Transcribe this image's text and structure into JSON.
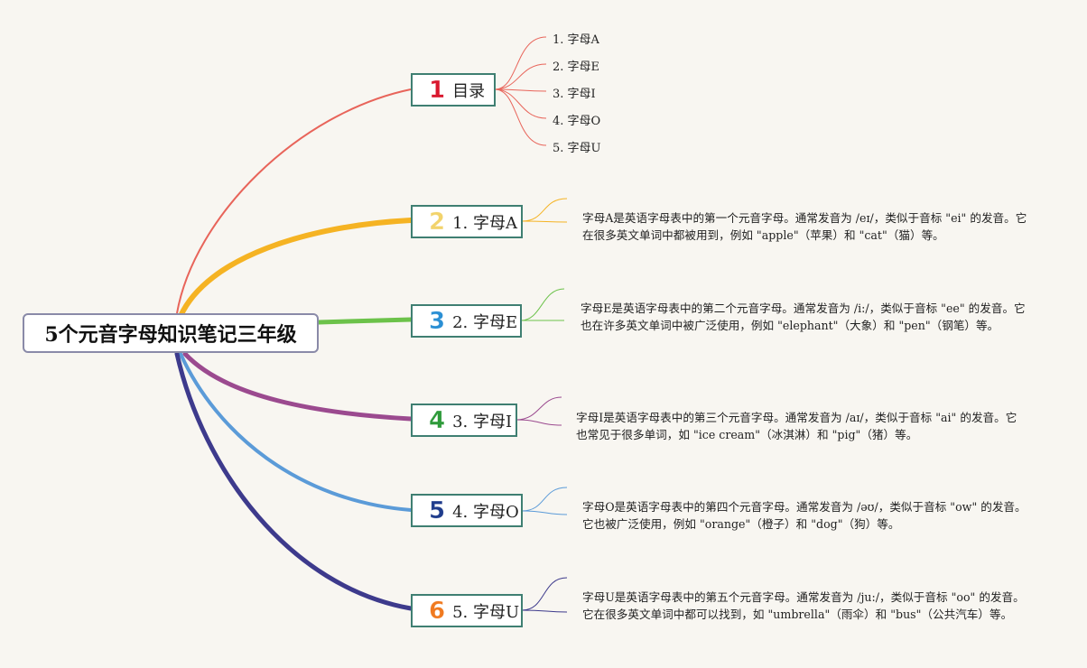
{
  "root": {
    "title": "5个元音字母知识笔记三年级"
  },
  "toc": {
    "number": "1",
    "label": "目录",
    "color": "#e8645a",
    "items": [
      "1. 字母A",
      "2. 字母E",
      "3. 字母I",
      "4. 字母O",
      "5. 字母U"
    ]
  },
  "branches": [
    {
      "number": "2",
      "label": "1. 字母A",
      "color": "#f5b323",
      "number_color": "#f2d36b",
      "description": "字母A是英语字母表中的第一个元音字母。通常发音为 /eɪ/，类似于音标 \"ei\" 的发音。它在很多英文单词中都被用到，例如 \"apple\"（苹果）和 \"cat\"（猫）等。"
    },
    {
      "number": "3",
      "label": "2. 字母E",
      "color": "#6cc24a",
      "number_color": "#2a8fd4",
      "description": "字母E是英语字母表中的第二个元音字母。通常发音为 /i:/，类似于音标 \"ee\" 的发音。它也在许多英文单词中被广泛使用，例如 \"elephant\"（大象）和 \"pen\"（钢笔）等。"
    },
    {
      "number": "4",
      "label": "3. 字母I",
      "color": "#9b4a8f",
      "number_color": "#2e9a3a",
      "description": "字母I是英语字母表中的第三个元音字母。通常发音为 /aɪ/，类似于音标 \"ai\" 的发音。它也常见于很多单词，如 \"ice cream\"（冰淇淋）和 \"pig\"（猪）等。"
    },
    {
      "number": "5",
      "label": "4. 字母O",
      "color": "#5b9bd8",
      "number_color": "#1f3c8c",
      "description": "字母O是英语字母表中的第四个元音字母。通常发音为 /əʊ/，类似于音标 \"ow\" 的发音。它也被广泛使用，例如 \"orange\"（橙子）和 \"dog\"（狗）等。"
    },
    {
      "number": "6",
      "label": "5. 字母U",
      "color": "#3d3a8c",
      "number_color": "#f07a20",
      "description": "字母U是英语字母表中的第五个元音字母。通常发音为 /ju:/，类似于音标 \"oo\" 的发音。它在很多英文单词中都可以找到，如 \"umbrella\"（雨伞）和 \"bus\"（公共汽车）等。"
    }
  ],
  "colors": {
    "background": "#f8f6f1",
    "node_border": "#3f7f72",
    "root_border": "#8a8aa8",
    "toc_number": "#d9182e"
  }
}
